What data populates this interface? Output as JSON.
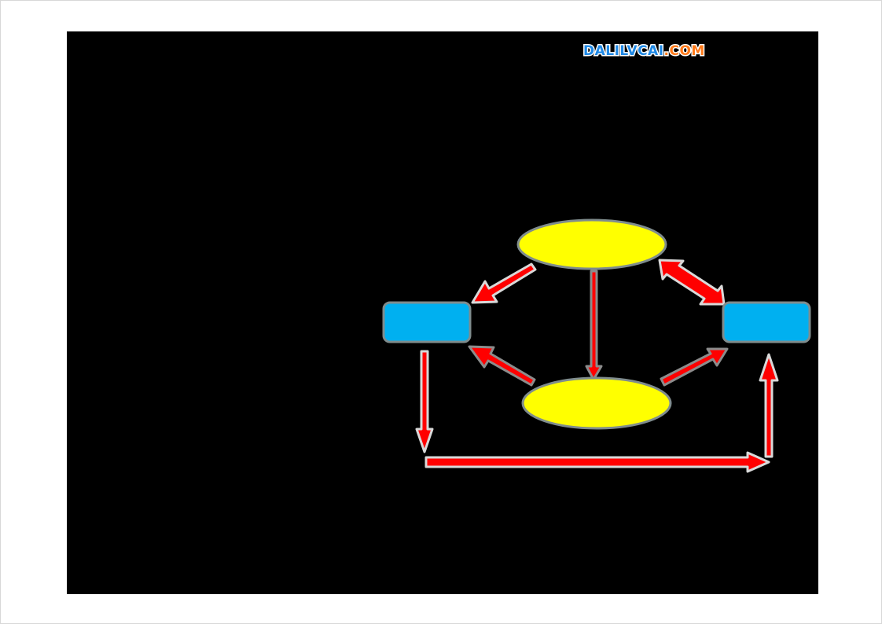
{
  "watermark": {
    "brand": "DALILVCAI",
    "suffix": ".COM",
    "brand_color": "#1e88e5",
    "suffix_color": "#ff7a1a"
  },
  "colors": {
    "slide_background": "#000000",
    "ellipse_fill": "#ffff00",
    "box_fill": "#00b0f0",
    "node_stroke": "#7f8c8d",
    "arrow_fill": "#ff0000",
    "arrow_outline_light": "#d9d9d9",
    "arrow_outline_dark": "#8c8c8c"
  },
  "diagram": {
    "nodes": [
      {
        "id": "top-ellipse",
        "shape": "ellipse",
        "label": ""
      },
      {
        "id": "bottom-ellipse",
        "shape": "ellipse",
        "label": ""
      },
      {
        "id": "left-box",
        "shape": "rounded-rect",
        "label": ""
      },
      {
        "id": "right-box",
        "shape": "rounded-rect",
        "label": ""
      }
    ],
    "edges": [
      {
        "from": "top-ellipse",
        "to": "left-box",
        "kind": "single"
      },
      {
        "from": "top-ellipse",
        "to": "right-box",
        "kind": "double"
      },
      {
        "from": "top-ellipse",
        "to": "bottom-ellipse",
        "kind": "single"
      },
      {
        "from": "bottom-ellipse",
        "to": "left-box",
        "kind": "single"
      },
      {
        "from": "bottom-ellipse",
        "to": "right-box",
        "kind": "single"
      },
      {
        "from": "left-box",
        "to": "right-box",
        "kind": "elbow-route-below"
      }
    ]
  }
}
